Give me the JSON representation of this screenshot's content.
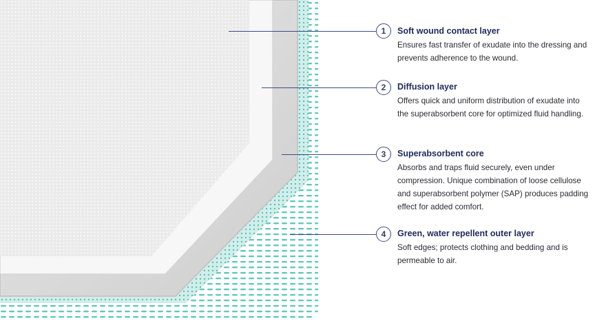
{
  "layers": [
    {
      "number": "1",
      "title": "Soft wound contact layer",
      "description": "Ensures fast transfer of exudate into the dressing and prevents adherence to the wound."
    },
    {
      "number": "2",
      "title": "Diffusion layer",
      "description": "Offers quick and uniform distribution of exudate into the superabsorbent core for optimized fluid handling."
    },
    {
      "number": "3",
      "title": "Superabsorbent core",
      "description": "Absorbs and traps fluid securely, even under compression. Unique combination of loose cellulose and superabsorbent polymer (SAP) produces padding effect for added comfort."
    },
    {
      "number": "4",
      "title": "Green, water repellent outer layer",
      "description": "Soft edges; protects clothing and bedding and is permeable to air."
    }
  ],
  "colors": {
    "accent": "#3b4a86",
    "outer_layer": "#5fc8bc",
    "contact_layer": "#ececec",
    "core": "#dcdcdc"
  }
}
